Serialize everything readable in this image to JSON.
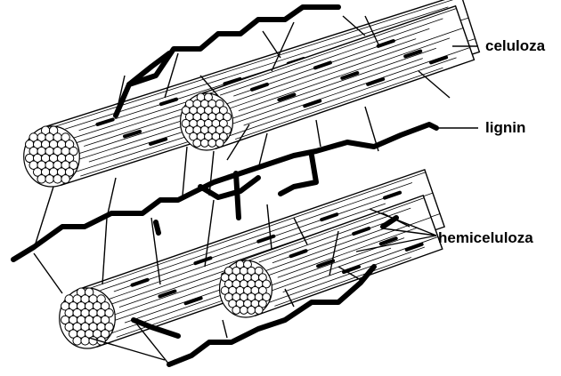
{
  "labels": {
    "celuloza": "celuloza",
    "lignin": "lignin",
    "hemiceluloza": "hemiceluloza"
  },
  "colors": {
    "ink": "#000000",
    "fibril_fill": "#ffffff",
    "background": "#ffffff"
  }
}
